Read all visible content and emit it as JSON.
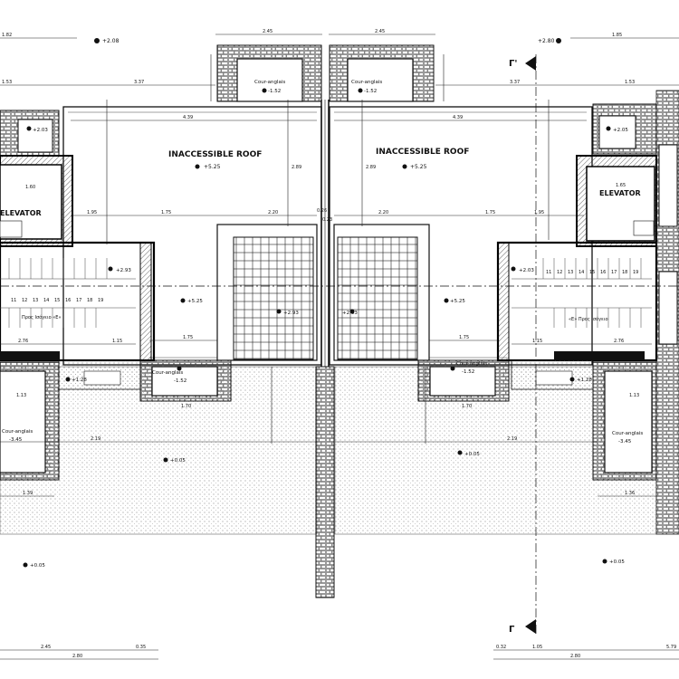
{
  "roof_labels": {
    "left_title": "INACCESSIBLE ROOF",
    "right_title": "INACCESSIBLE ROOF",
    "left_level": "+5.25",
    "right_level": "+5.25"
  },
  "elevators": {
    "left": "ELEVATOR",
    "right": "ELEVATOR"
  },
  "levels": {
    "top_left": "+2.08",
    "top_right": "+2.80",
    "cour_top_left_name": "Cour-anglais",
    "cour_top_left_level": "-1.52",
    "cour_top_right_name": "Cour-anglais",
    "cour_top_right_level": "-1.52",
    "small_top_left": "+2.03",
    "small_top_right": "+2.05",
    "landing_left": "+2.93",
    "landing_right": "+2.03",
    "center_left": "+2.93",
    "center_right": "+2.03",
    "roof_small_left": "+5.25",
    "roof_small_right": "+5.25",
    "cour_mid_left_name": "Cour-anglais",
    "cour_mid_left_level": "-1.52",
    "cour_mid_right_name": "Cour-anglais",
    "cour_mid_right_level": "-1.52",
    "cour_low_left_name": "Cour-anglais",
    "cour_low_left_level": "-3.45",
    "cour_low_right_name": "Cour-anglais",
    "cour_low_right_level": "-3.45",
    "entry_left": "+1.28",
    "entry_right": "+1.28",
    "ground_left": "+0.05",
    "ground_right": "+0.05",
    "bottom_left": "+0.05",
    "bottom_right": "+0.05",
    "stair_note_left": "Προς Ισόγειο «Ε»",
    "stair_note_right": "«Ε» Προς Ισόγειο"
  },
  "dimensions": {
    "d_top_1": "1.82",
    "d_top_2": "2.45",
    "d_top_3": "2.45",
    "d_top_4": "1.85",
    "d_153_l": "1.53",
    "d_337_l": "3.37",
    "d_337_r": "3.37",
    "d_153_r": "1.53",
    "d_439_l": "4.39",
    "d_439_r": "4.39",
    "d_175_a": "1.75",
    "d_220_a": "2.20",
    "d_220_b": "2.20",
    "d_175_b": "1.75",
    "d_195_l": "1.95",
    "d_195_r": "1.95",
    "d_175_c": "1.75",
    "d_175_d": "1.75",
    "d_276_l": "2.76",
    "d_276_r": "2.76",
    "d_115_l": "1.15",
    "d_115_r": "1.15",
    "d_170_l": "1.70",
    "d_170_r": "1.70",
    "d_113_l": "1.13",
    "d_113_r": "1.13",
    "d_219_l": "2.19",
    "d_219_r": "2.19",
    "d_139_l": "1.39",
    "d_136_r": "1.36",
    "d_245_b": "2.45",
    "d_280_b": "2.80",
    "d_032_b": "0.32",
    "d_105_b": "1.05",
    "d_280_br": "2.80",
    "d_035_b": "0.35",
    "d_579": "5.79",
    "d_289_l": "2.89",
    "d_289_r": "2.89",
    "d_026": "0.26",
    "d_023": "0.23",
    "d_160": "1.60",
    "d_165": "1.65"
  },
  "section_marks": {
    "top": "Γ'",
    "bottom": "Γ"
  },
  "stair_steps_left": [
    "11",
    "12",
    "13",
    "14",
    "15",
    "16",
    "17",
    "18",
    "19"
  ],
  "stair_steps_right": [
    "11",
    "12",
    "13",
    "14",
    "15",
    "16",
    "17",
    "18",
    "19"
  ]
}
